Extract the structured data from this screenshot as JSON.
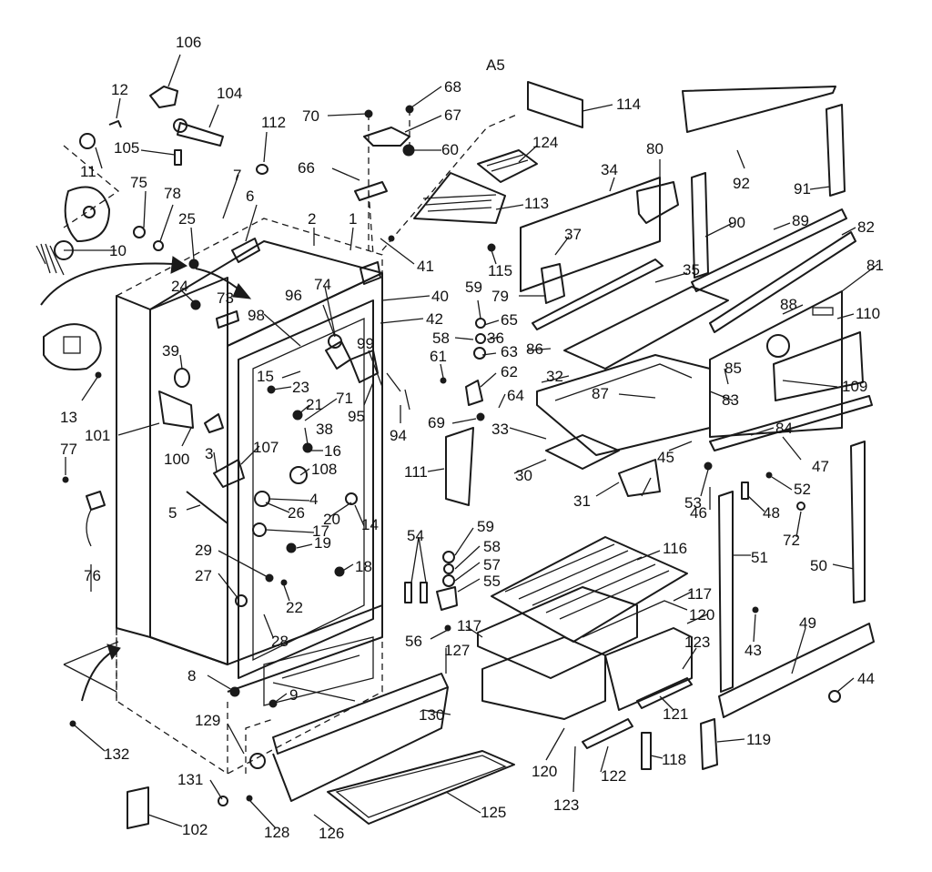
{
  "diagram": {
    "sheet_code": "A5",
    "part_labels": [
      "106",
      "12",
      "104",
      "112",
      "70",
      "68",
      "67",
      "60",
      "124",
      "114",
      "80",
      "34",
      "113",
      "92",
      "91",
      "11",
      "105",
      "7",
      "66",
      "75",
      "78",
      "6",
      "2",
      "1",
      "25",
      "41",
      "37",
      "90",
      "89",
      "82",
      "10",
      "115",
      "24",
      "73",
      "96",
      "74",
      "40",
      "59",
      "65",
      "79",
      "35",
      "81",
      "88",
      "110",
      "98",
      "42",
      "58",
      "36",
      "86",
      "13",
      "39",
      "99",
      "61",
      "63",
      "15",
      "23",
      "62",
      "32",
      "85",
      "109",
      "87",
      "21",
      "64",
      "83",
      "71",
      "95",
      "94",
      "69",
      "38",
      "101",
      "84",
      "107",
      "33",
      "45",
      "100",
      "16",
      "111",
      "3",
      "77",
      "108",
      "30",
      "31",
      "47",
      "53",
      "52",
      "5",
      "4",
      "26",
      "20",
      "14",
      "46",
      "48",
      "72",
      "17",
      "19",
      "54",
      "59",
      "58",
      "57",
      "55",
      "116",
      "51",
      "50",
      "29",
      "18",
      "27",
      "22",
      "117",
      "120",
      "76",
      "28",
      "56",
      "117",
      "127",
      "123",
      "43",
      "49",
      "8",
      "9",
      "44",
      "129",
      "130",
      "121",
      "132",
      "120",
      "122",
      "118",
      "119",
      "131",
      "123",
      "102",
      "128",
      "126",
      "125"
    ]
  }
}
